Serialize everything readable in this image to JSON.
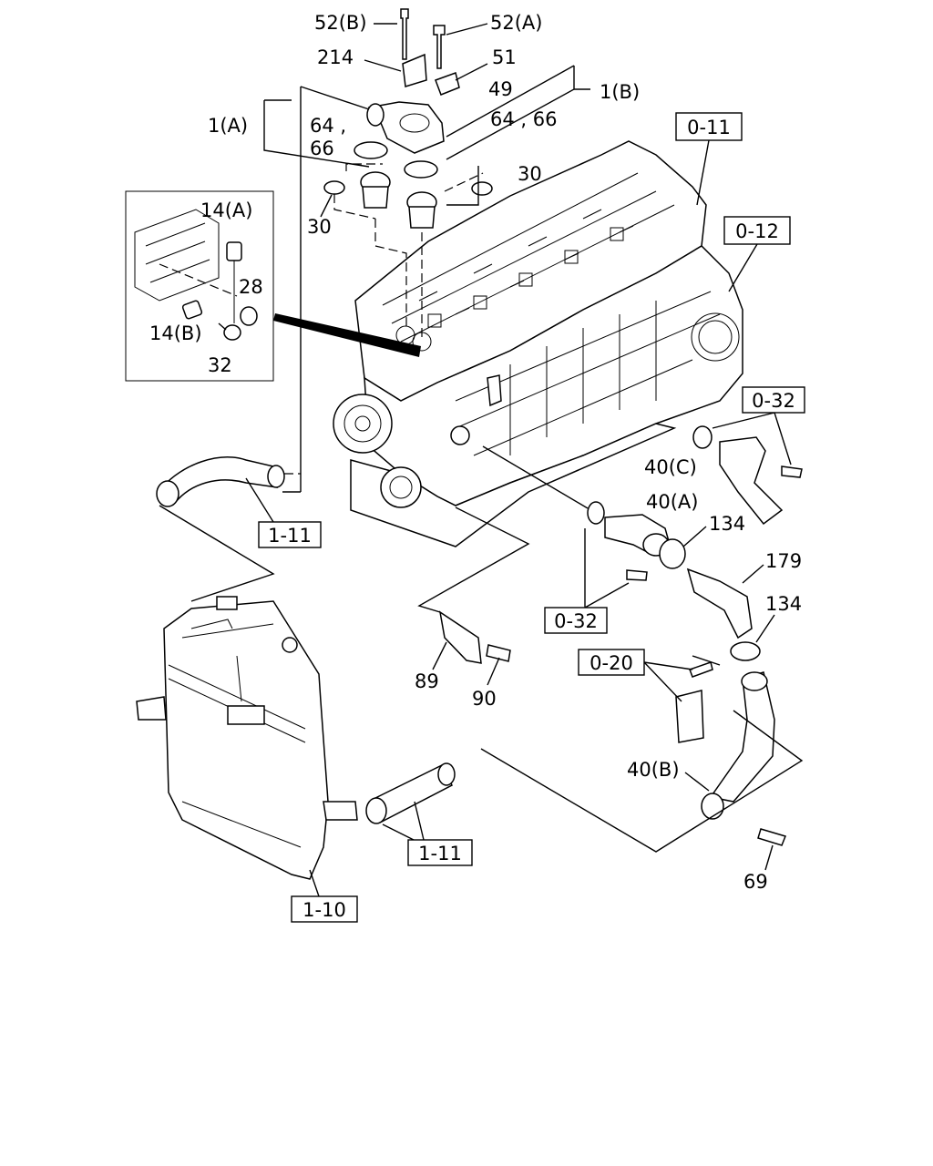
{
  "labels": {
    "l52b": "52(B)",
    "l52a": "52(A)",
    "l214": "214",
    "l51": "51",
    "l49": "49",
    "l1b": "1(B)",
    "l1a": "1(A)",
    "l64a": "64 ,",
    "l66a": "66",
    "l6466": "64 , 66",
    "l30a": "30",
    "l30b": "30",
    "l14a": "14(A)",
    "l28": "28",
    "l14b": "14(B)",
    "l32": "32",
    "l40c": "40(C)",
    "l40a": "40(A)",
    "l134a": "134",
    "l179": "179",
    "l134b": "134",
    "l89": "89",
    "l90": "90",
    "l40b": "40(B)",
    "l69": "69"
  },
  "refs": {
    "r011": "0-11",
    "r012": "0-12",
    "r032a": "0-32",
    "r032b": "0-32",
    "r020": "0-20",
    "r111a": "1-11",
    "r111b": "1-11",
    "r110": "1-10"
  }
}
